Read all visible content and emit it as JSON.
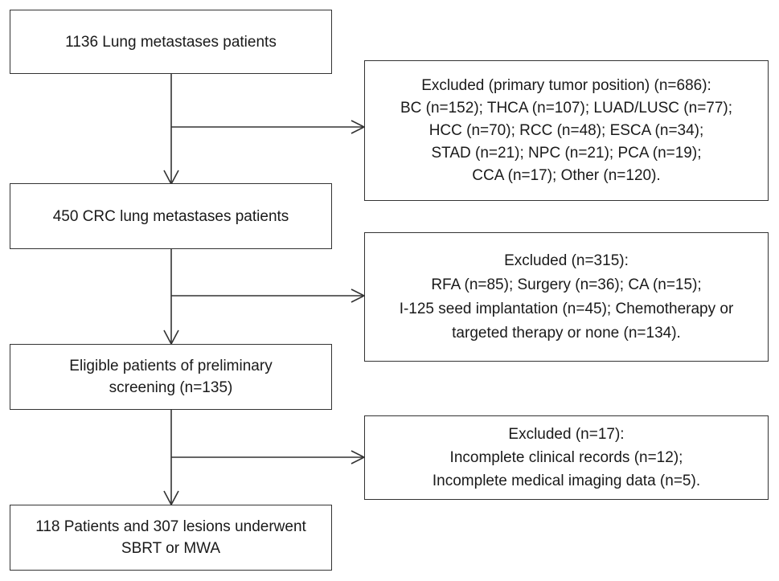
{
  "nodes": {
    "step1": {
      "lines": [
        "1136 Lung metastases patients"
      ]
    },
    "step2": {
      "lines": [
        "450 CRC lung metastases patients"
      ]
    },
    "step3": {
      "lines": [
        "Eligible patients of preliminary",
        "screening (n=135)"
      ]
    },
    "step4": {
      "lines": [
        "118 Patients and 307 lesions underwent",
        "SBRT or MWA"
      ]
    },
    "exclusion1": {
      "lines": [
        "Excluded (primary tumor position) (n=686):",
        "BC (n=152); THCA (n=107); LUAD/LUSC (n=77);",
        "HCC (n=70); RCC (n=48); ESCA (n=34);",
        "STAD (n=21); NPC (n=21); PCA (n=19);",
        "CCA (n=17); Other (n=120)."
      ]
    },
    "exclusion2": {
      "lines": [
        "Excluded (n=315):",
        "RFA (n=85); Surgery (n=36); CA (n=15);",
        "I-125 seed implantation (n=45); Chemotherapy or",
        "targeted therapy or none (n=134)."
      ]
    },
    "exclusion3": {
      "lines": [
        "Excluded (n=17):",
        "Incomplete clinical records (n=12);",
        "Incomplete medical imaging data (n=5)."
      ]
    }
  },
  "colors": {
    "stroke": "#333333",
    "text": "#1a1a1a",
    "background": "#ffffff"
  }
}
